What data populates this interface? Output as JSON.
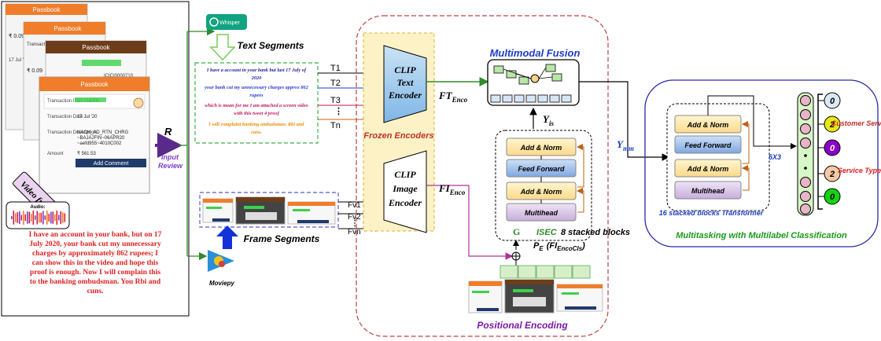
{
  "video_panel": {
    "app_title": "Passbook",
    "label_txn_id": "Transaction ID",
    "txn_id_value": "00:016000",
    "label_txn_date": "Transaction Date",
    "txn_date_value": "17 Jul '20",
    "label_txn_desc": "Transaction Description",
    "txn_desc_lines": [
      "NACH_AD_RTN_CHRG",
      "~BAJAJFIN~06APR20",
      "~aefd955~4010C002"
    ],
    "label_amount": "Amount",
    "amount_value": "₹ 561.53",
    "add_comment": "Add Comment",
    "back_amount": "₹ 0.09",
    "back_txn": "Transaction",
    "back_date": "17 Jul '20",
    "back_ref": "ICICI0000710",
    "video_frames_label": "Video frames"
  },
  "audio": {
    "label": "Audio:",
    "transcript": [
      "I have an account in your bank, but on 17",
      "July 2020, your bank cut my unnecessary",
      "charges by approximately 862 rupees; I",
      "can show this in the video and hope this",
      "proof is enough. Now I will complain this",
      "to the banking ombudsman. You Rbi and",
      "cuns."
    ]
  },
  "input": {
    "symbol": "R",
    "caption_1": "Input",
    "caption_2": "Review"
  },
  "whisper_label": "Whisper",
  "moviepy_label": "Moviepy",
  "text_segments": {
    "title": "Text Segments",
    "lines": [
      {
        "text": "I have a account in your bank but last 17 July of",
        "color": "#1f1f9e"
      },
      {
        "text": "2020",
        "color": "#1f1f9e"
      },
      {
        "text": "your bank cut my unnecessary charges approx 862",
        "color": "#2b3bd6"
      },
      {
        "text": "rupees",
        "color": "#2b3bd6"
      },
      {
        "text": "which is mean for me I am attached a screen video",
        "color": "#c2185b"
      },
      {
        "text": "with this tweet 4 proof",
        "color": "#c2185b"
      },
      {
        "text": "I will complaint banking ombudsman. Rbi and",
        "color": "#f08a00"
      },
      {
        "text": "cuns.",
        "color": "#f08a00"
      }
    ],
    "tokens": [
      "T1",
      "T2",
      "T3",
      "⋮",
      "Tn"
    ]
  },
  "frame_segments": {
    "title": "Frame Segments",
    "tokens": [
      "Fv1",
      "Fv2",
      "⋮",
      "Fvn"
    ]
  },
  "encoders": {
    "frozen_label": "Frozen Encoders",
    "text_encoder": [
      "CLIP",
      "Text",
      "Encoder"
    ],
    "image_encoder": [
      "CLIP",
      "Image",
      "Encoder"
    ],
    "ft_out": "FT",
    "ft_sub": "Enco",
    "fi_out": "FI",
    "fi_sub": "Enco"
  },
  "fusion": {
    "title": "Multimodal Fusion",
    "y_is": "Y",
    "y_is_sub": "is",
    "blocks": [
      "Add & Norm",
      "Feed Forward",
      "Add & Norm",
      "Multihead"
    ],
    "g_label": "G",
    "isec_label": "ISEC",
    "isec_desc": "8 stacked blocks",
    "pe_formula": "P",
    "pe_sub": "E",
    "pe_arg": "(FI",
    "pe_arg_sub": "EncoCls",
    "pe_close": ")",
    "positional_encoding": "Positional Encoding"
  },
  "classifier": {
    "y_mm": "Y",
    "y_mm_sub": "mm",
    "blocks": [
      "Add & Norm",
      "Feed Forward",
      "Add & Norm",
      "Multihead"
    ],
    "stack_label": "16 stacked blocks Transformer",
    "dim_label": "5X3",
    "outputs": [
      {
        "value": "0",
        "fill": "#dbe9f6"
      },
      {
        "value": "2",
        "fill": "#e8e817"
      },
      {
        "value": "0",
        "fill": "#8a00c4"
      },
      {
        "value": "2",
        "fill": "#f6c9a6"
      },
      {
        "value": "0",
        "fill": "#13d313"
      }
    ],
    "customer_service": "Customer Service",
    "service_types": "Service Types",
    "footer": "Multitasking with Multilabel Classification"
  }
}
